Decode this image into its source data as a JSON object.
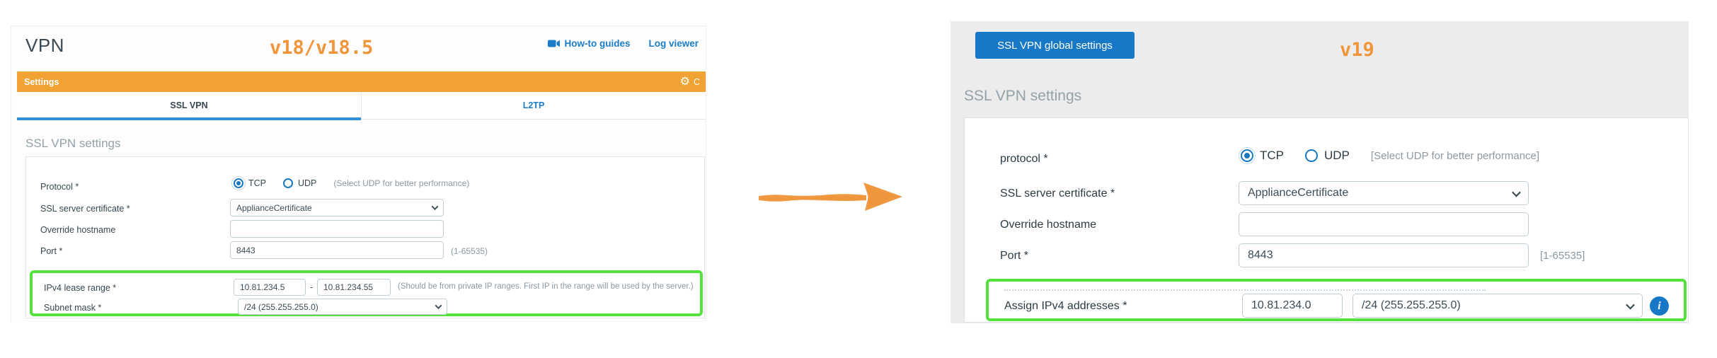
{
  "left": {
    "title": "VPN",
    "version": "v18/v18.5",
    "howto_label": "How-to guides",
    "logviewer_label": "Log viewer",
    "settings_bar": {
      "label": "Settings",
      "right_text": "C"
    },
    "tabs": [
      {
        "label": "SSL VPN"
      },
      {
        "label": "L2TP"
      }
    ],
    "section": "SSL VPN settings",
    "fields": {
      "protocol_label": "Protocol *",
      "tcp": "TCP",
      "udp": "UDP",
      "protocol_hint": "(Select UDP for better performance)",
      "cert_label": "SSL server certificate *",
      "cert_value": "ApplianceCertificate",
      "hostname_label": "Override hostname",
      "hostname_value": "",
      "port_label": "Port *",
      "port_value": "8443",
      "port_hint": "(1-65535)",
      "lease_label": "IPv4 lease range *",
      "lease_from": "10.81.234.5",
      "lease_sep": "-",
      "lease_to": "10.81.234.55",
      "lease_hint": "(Should be from private IP ranges. First IP in the range will be used by the server.)",
      "mask_label": "Subnet mask *",
      "mask_value": "/24 (255.255.255.0)"
    }
  },
  "right": {
    "version": "v19",
    "button_label": "SSL VPN global settings",
    "section": "SSL VPN settings",
    "fields": {
      "protocol_label": "protocol *",
      "tcp": "TCP",
      "udp": "UDP",
      "protocol_hint": "[Select UDP for better performance]",
      "cert_label": "SSL server certificate *",
      "cert_value": "ApplianceCertificate",
      "hostname_label": "Override hostname",
      "hostname_value": "",
      "port_label": "Port *",
      "port_value": "8443",
      "port_hint": "[1-65535]",
      "assign_label": "Assign IPv4 addresses *",
      "assign_ip": "10.81.234.0",
      "assign_mask": "/24 (255.255.255.0)"
    }
  },
  "icons": {
    "gear": "⚙",
    "info": "i"
  },
  "colors": {
    "accent_blue": "#1878c8",
    "orange_bar": "#f0a233",
    "version_orange": "#f0953a",
    "highlight_green": "#55e23e",
    "tab_underline": "#2f8fdb"
  }
}
